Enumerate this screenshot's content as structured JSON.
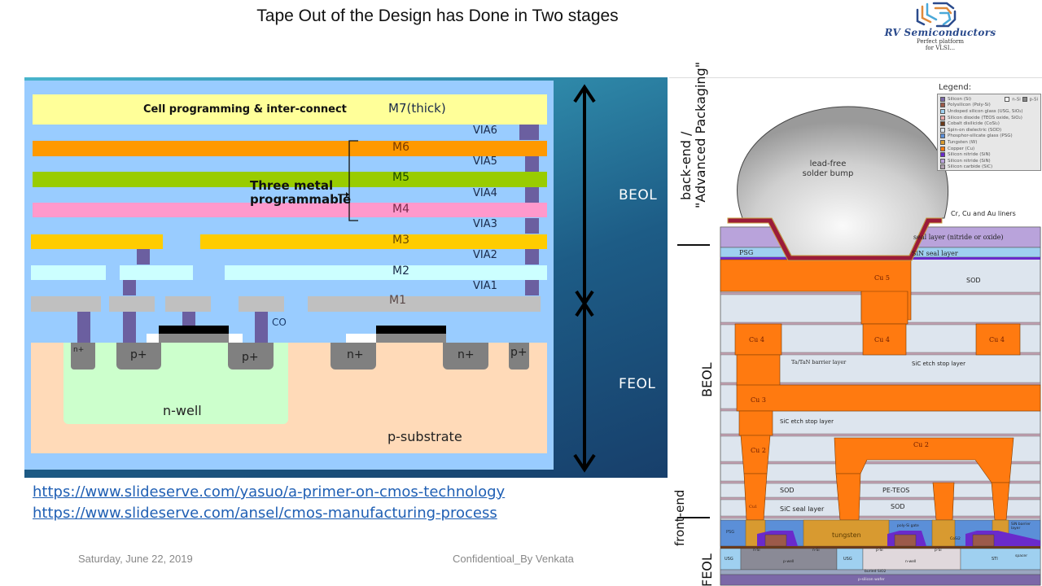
{
  "title": "Tape Out of the Design has Done in Two stages",
  "logo": {
    "name": "RV Semiconductors",
    "tagline_line1": "Perfect platform",
    "tagline_line2": "for VLSI..."
  },
  "left_diagram": {
    "metals": [
      {
        "id": "M7",
        "label": "M7(thick)",
        "color": "#ffff99"
      },
      {
        "id": "M6",
        "label": "M6",
        "color": "#ff9900"
      },
      {
        "id": "M5",
        "label": "M5",
        "color": "#99cc00"
      },
      {
        "id": "M4",
        "label": "M4",
        "color": "#ff99cc"
      },
      {
        "id": "M3",
        "label": "M3",
        "color": "#ffcc00"
      },
      {
        "id": "M2",
        "label": "M2",
        "color": "#ccffff"
      },
      {
        "id": "M1",
        "label": "M1",
        "color": "#c0c0c0"
      }
    ],
    "vias": [
      "VIA6",
      "VIA5",
      "VIA4",
      "VIA3",
      "VIA2",
      "VIA1"
    ],
    "cell_programming_label": "Cell programming & inter-connect",
    "three_metal_label_line1": "Three metal",
    "three_metal_label_line2": "programmable",
    "contact_label": "CO",
    "diffusion_labels": [
      "n+",
      "p+",
      "p+",
      "n+",
      "n+",
      "p+"
    ],
    "nwell_label": "n-well",
    "substrate_label": "p-substrate",
    "beol_label": "BEOL",
    "feol_label": "FEOL"
  },
  "links": [
    "https://www.slideserve.com/yasuo/a-primer-on-cmos-technology",
    "https://www.slideserve.com/ansel/cmos-manufacturing-process"
  ],
  "footer": {
    "date": "Saturday, June 22, 2019",
    "confidential": "Confidentioal_By Venkata"
  },
  "right_diagram": {
    "side_labels": {
      "backend_line1": "back-end /",
      "backend_line2": "\"Advanced Packaging\"",
      "beol": "BEOL",
      "frontend": "front-end",
      "feol": "FEOL"
    },
    "legend": {
      "title": "Legend:",
      "n_si": "n-Si",
      "p_si": "p-Si",
      "items": [
        {
          "label": "Silicon (Si)",
          "color": "#7b68a8"
        },
        {
          "label": "Polysilicon (Poly-Si)",
          "color": "#9c5a4a"
        },
        {
          "label": "Undoped silicon glass (USG, SiO₂)",
          "color": "#9fd0f0"
        },
        {
          "label": "Silicon dioxide (TEOS oxide, SiO₂)",
          "color": "#e8a8a8"
        },
        {
          "label": "Cobalt disilicide (CoSi₂)",
          "color": "#6b3a1a"
        },
        {
          "label": "Spin-on dielectric (SOD)",
          "color": "#dde5ee"
        },
        {
          "label": "Phosphor-silicate glass (PSG)",
          "color": "#5b8fd8"
        },
        {
          "label": "Tungsten (W)",
          "color": "#d89a30"
        },
        {
          "label": "Copper (Cu)",
          "color": "#ff7a10"
        },
        {
          "label": "Silicon nitride (SiN)",
          "color": "#6a2acb"
        },
        {
          "label": "Silicon nitride (SiN)",
          "color": "#b9a3db"
        },
        {
          "label": "Silicon carbide (SiC)",
          "color": "#b0a0b0"
        }
      ]
    },
    "bump_label_line1": "lead-free",
    "bump_label_line2": "solder bump",
    "liners_label": "Cr, Cu and Au liners",
    "seal_layer_label": "seal layer (nitride or oxide)",
    "psg_label": "PSG",
    "sin_seal_label": "SiN seal layer",
    "cu5": "Cu 5",
    "sod_top": "SOD",
    "cu4": [
      "Cu 4",
      "Cu 4",
      "Cu 4"
    ],
    "tatan_label": "Ta/TaN barrier layer",
    "sic_etch_label": "SiC etch stop layer",
    "cu3": "Cu 3",
    "sic_etch_label2": "SiC etch stop layer",
    "cu2_left": "Cu 2",
    "cu2_right": "Cu 2",
    "sod_mid": "SOD",
    "pe_teos": "PE-TEOS",
    "sod_low": "SOD",
    "cu1": "Cu1",
    "sic_seal": "SiC seal layer",
    "tungsten": "tungsten",
    "psg_feol": "PSG",
    "usg": "USG",
    "usg2": "USG",
    "sti": "STI",
    "poly_gate": "poly-Si gate",
    "cosi2": "CoSi2",
    "sin_barrier": "SiN barrier layer",
    "spacer": "spacer",
    "n_si1": "n-Si",
    "n_si2": "n-Si",
    "p_si1": "p-Si",
    "p_si2": "p-Si",
    "p_well": "p-well",
    "n_well": "n-well",
    "buried": "buried SiO2",
    "wafer": "p-silicon wafer"
  }
}
